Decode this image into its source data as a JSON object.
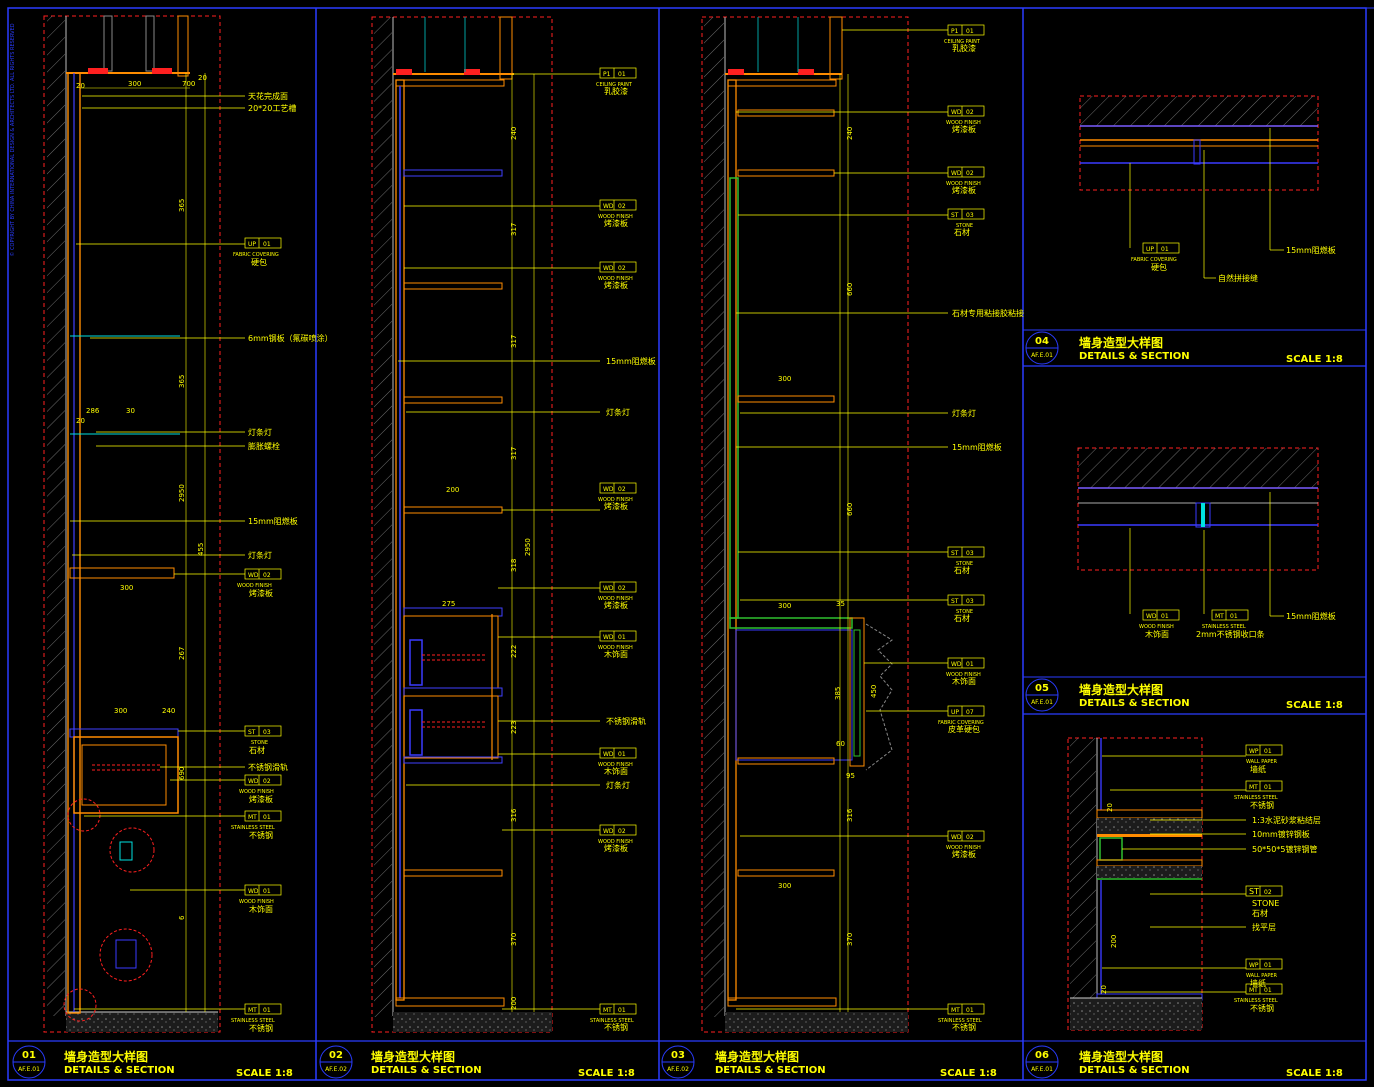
{
  "colors": {
    "background": "#000000",
    "frame": "#2a3cff",
    "annotation": "#ffff00",
    "dimension": "#ffff00",
    "boundary": "#ff2020",
    "section": "#ff8c00",
    "wall": "#3a3aff",
    "stone": "#2fbf2f",
    "hatch": "#7a7a7a"
  },
  "copyright": "© COPYRIGHT BY CHINA INTERNATIONAL DESIGN & ARCHITECTS LTD. ALL RIGHTS RESERVED",
  "titles": [
    {
      "num": "01",
      "ref": "AF.E.01",
      "cn": "墙身造型大样图",
      "en": "DETAILS & SECTION",
      "scale": "SCALE 1:8"
    },
    {
      "num": "02",
      "ref": "AF.E.02",
      "cn": "墙身造型大样图",
      "en": "DETAILS & SECTION",
      "scale": "SCALE 1:8"
    },
    {
      "num": "03",
      "ref": "AF.E.02",
      "cn": "墙身造型大样图",
      "en": "DETAILS & SECTION",
      "scale": "SCALE 1:8"
    },
    {
      "num": "04",
      "ref": "AF.E.01",
      "cn": "墙身造型大样图",
      "en": "DETAILS & SECTION",
      "scale": "SCALE 1:8"
    },
    {
      "num": "05",
      "ref": "AF.E.01",
      "cn": "墙身造型大样图",
      "en": "DETAILS & SECTION",
      "scale": "SCALE 1:8"
    },
    {
      "num": "06",
      "ref": "AF.E.01",
      "cn": "墙身造型大样图",
      "en": "DETAILS & SECTION",
      "scale": "SCALE 1:8"
    }
  ],
  "notes1": [
    "天花完成面",
    "20*20工艺槽",
    "6mm钢板（氟碳喷涂）",
    "灯条灯",
    "膨胀螺栓",
    "15mm阻燃板",
    "灯条灯",
    "不锈钢滑轨"
  ],
  "tags1": [
    {
      "code": "UP",
      "no": "01",
      "en": "FABRIC COVERING",
      "cn": "硬包"
    },
    {
      "code": "WD",
      "no": "02",
      "en": "WOOD FINISH",
      "cn": "烤漆板"
    },
    {
      "code": "ST",
      "no": "03",
      "en": "STONE",
      "cn": "石材"
    },
    {
      "code": "WD",
      "no": "02",
      "en": "WOOD FINISH",
      "cn": "烤漆板"
    },
    {
      "code": "MT",
      "no": "01",
      "en": "STAINLESS STEEL",
      "cn": "不锈钢"
    },
    {
      "code": "WD",
      "no": "01",
      "en": "WOOD FINISH",
      "cn": "木饰面"
    },
    {
      "code": "MT",
      "no": "01",
      "en": "STAINLESS STEEL",
      "cn": "不锈钢"
    }
  ],
  "dims1": [
    "300",
    "20",
    "20",
    "700",
    "365",
    "365",
    "2950",
    "455",
    "267",
    "300",
    "300",
    "240",
    "690",
    "6",
    "286",
    "30",
    "20"
  ],
  "notes2": [
    "15mm阻燃板",
    "灯条灯",
    "不锈钢滑轨",
    "灯条灯"
  ],
  "tags2": [
    {
      "code": "P1",
      "no": "01",
      "en": "CEILING PAINT",
      "cn": "乳胶漆"
    },
    {
      "code": "WD",
      "no": "02",
      "en": "WOOD FINISH",
      "cn": "烤漆板"
    },
    {
      "code": "WD",
      "no": "02",
      "en": "WOOD FINISH",
      "cn": "烤漆板"
    },
    {
      "code": "WD",
      "no": "02",
      "en": "WOOD FINISH",
      "cn": "烤漆板"
    },
    {
      "code": "WD",
      "no": "02",
      "en": "WOOD FINISH",
      "cn": "烤漆板"
    },
    {
      "code": "WD",
      "no": "01",
      "en": "WOOD FINISH",
      "cn": "木饰面"
    },
    {
      "code": "WD",
      "no": "01",
      "en": "WOOD FINISH",
      "cn": "木饰面"
    },
    {
      "code": "WD",
      "no": "02",
      "en": "WOOD FINISH",
      "cn": "烤漆板"
    },
    {
      "code": "MT",
      "no": "01",
      "en": "STAINLESS STEEL",
      "cn": "不锈钢"
    }
  ],
  "dims2": [
    "200",
    "275",
    "240",
    "317",
    "317",
    "317",
    "2950",
    "318",
    "222",
    "223",
    "316",
    "370",
    "200"
  ],
  "notes3": [
    "石材专用粘接胶粘接",
    "灯条灯",
    "15mm阻燃板"
  ],
  "tags3": [
    {
      "code": "P1",
      "no": "01",
      "en": "CEILING PAINT",
      "cn": "乳胶漆"
    },
    {
      "code": "WD",
      "no": "02",
      "en": "WOOD FINISH",
      "cn": "烤漆板"
    },
    {
      "code": "WD",
      "no": "02",
      "en": "WOOD FINISH",
      "cn": "烤漆板"
    },
    {
      "code": "ST",
      "no": "03",
      "en": "STONE",
      "cn": "石材"
    },
    {
      "code": "ST",
      "no": "03",
      "en": "STONE",
      "cn": "石材"
    },
    {
      "code": "ST",
      "no": "03",
      "en": "STONE",
      "cn": "石材"
    },
    {
      "code": "WD",
      "no": "01",
      "en": "WOOD FINISH",
      "cn": "木饰面"
    },
    {
      "code": "UP",
      "no": "07",
      "en": "FABRIC COVERING",
      "cn": "皮革硬包"
    },
    {
      "code": "WD",
      "no": "02",
      "en": "WOOD FINISH",
      "cn": "烤漆板"
    },
    {
      "code": "MT",
      "no": "01",
      "en": "STAINLESS STEEL",
      "cn": "不锈钢"
    }
  ],
  "dims3": [
    "300",
    "300",
    "300",
    "240",
    "660",
    "660",
    "385",
    "450",
    "316",
    "370",
    "35",
    "60",
    "95"
  ],
  "notes4": [
    "15mm阻燃板",
    "自然拼接缝"
  ],
  "tag4": {
    "code": "UP",
    "no": "01",
    "en": "FABRIC COVERING",
    "cn": "硬包"
  },
  "notes5": [
    "15mm阻燃板"
  ],
  "tags5": [
    {
      "code": "WD",
      "no": "01",
      "en": "WOOD FINISH",
      "cn": "木饰面"
    },
    {
      "code": "MT",
      "no": "01",
      "en": "STAINLESS STEEL",
      "cn": "2mm不锈钢收口条"
    }
  ],
  "notes6": [
    "1:3水泥砂浆粘结层",
    "10mm镀锌钢板",
    "50*50*5镀锌钢管",
    "找平层"
  ],
  "tags6": [
    {
      "code": "WP",
      "no": "01",
      "en": "WALL PAPER",
      "cn": "墙纸"
    },
    {
      "code": "MT",
      "no": "01",
      "en": "STAINLESS STEEL",
      "cn": "不锈钢"
    },
    {
      "code": "ST",
      "no": "02",
      "en": "STONE",
      "cn": "石材"
    },
    {
      "code": "WP",
      "no": "01",
      "en": "WALL PAPER",
      "cn": "墙纸"
    },
    {
      "code": "MT",
      "no": "01",
      "en": "STAINLESS STEEL",
      "cn": "不锈钢"
    }
  ],
  "dims6": [
    "20",
    "200",
    "20"
  ]
}
